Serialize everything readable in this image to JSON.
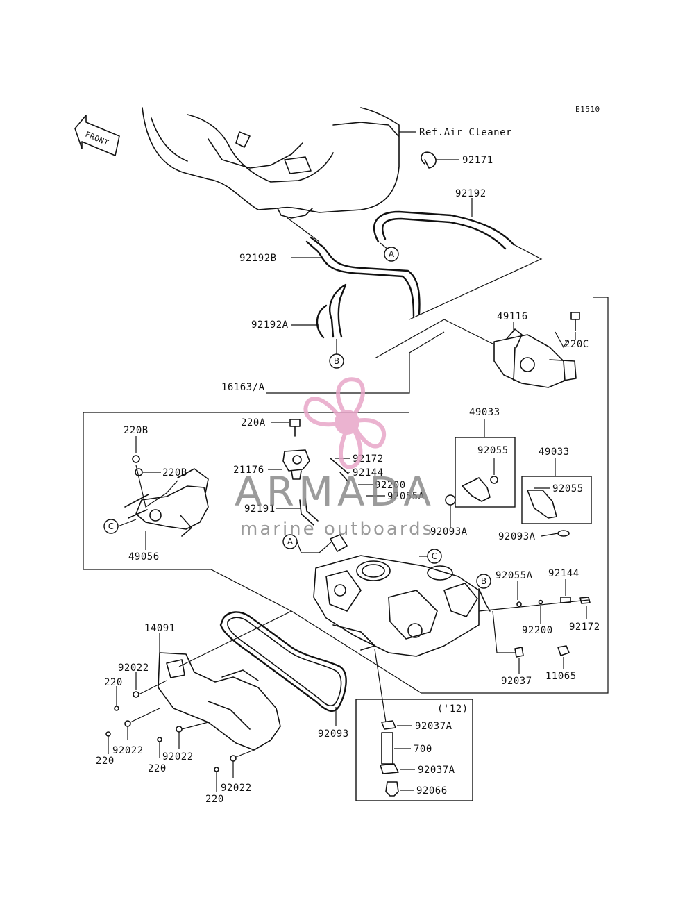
{
  "diagram_code": "E1510",
  "front_label": "FRONT",
  "ref_label": "Ref.Air Cleaner",
  "year_note": "('12)",
  "callouts": {
    "a": "A",
    "b": "B",
    "c": "C"
  },
  "parts": {
    "p92171": "92171",
    "p92192": "92192",
    "p92192B": "92192B",
    "p92192A": "92192A",
    "p49116": "49116",
    "p220C": "220C",
    "p16163A": "16163/A",
    "p220A": "220A",
    "p220B_1": "220B",
    "p220B_2": "220B",
    "p21176": "21176",
    "p92172_top": "92172",
    "p92144_top": "92144",
    "p92200_top": "92200",
    "p92055A_top": "92055A",
    "p92191": "92191",
    "p49056": "49056",
    "p49033_1": "49033",
    "p92055_1": "92055",
    "p49033_2": "49033",
    "p92055_2": "92055",
    "p92093A_1": "92093A",
    "p92093A_2": "92093A",
    "p92055A_right": "92055A",
    "p92144_right": "92144",
    "p92200_right": "92200",
    "p92172_right": "92172",
    "p92037": "92037",
    "p11065": "11065",
    "p14091": "14091",
    "p92022_1": "92022",
    "p220_1": "220",
    "p92022_2": "92022",
    "p220_2": "220",
    "p92022_3": "92022",
    "p220_3": "220",
    "p92022_4": "92022",
    "p220_4": "220",
    "p92093": "92093",
    "p92037A_1": "92037A",
    "p700": "700",
    "p92037A_2": "92037A",
    "p92066": "92066"
  },
  "watermark": {
    "brand": "ARMADA",
    "tagline": "marine outboards",
    "color": "#e8a6c8"
  }
}
